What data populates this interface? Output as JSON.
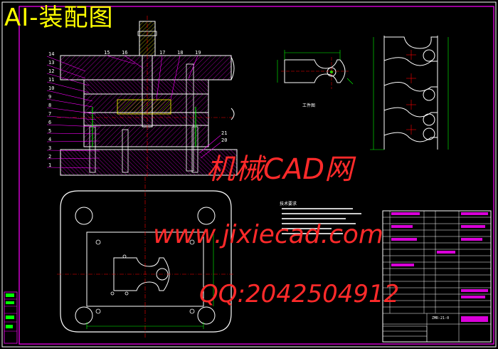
{
  "sheet": {
    "title": "AI-装配图",
    "background": "#000000",
    "frame_color": "#ff00ff"
  },
  "assembly": {
    "part_numbers_left": [
      "14",
      "13",
      "12",
      "11",
      "10",
      "9",
      "8",
      "7",
      "6",
      "5",
      "4",
      "3",
      "2",
      "1"
    ],
    "part_numbers_top": [
      "15",
      "16",
      "17",
      "18",
      "19"
    ],
    "part_numbers_right": [
      "21",
      "20"
    ]
  },
  "workpiece": {
    "label": "工件图"
  },
  "notes": {
    "heading": "技术要求"
  },
  "title_block": {
    "drawing_code": "ZMR-21-0"
  },
  "watermarks": {
    "line1": "机械CAD网",
    "line2": "www.jixiecad.com",
    "line3": "QQ:2042504912"
  },
  "colors": {
    "cad_magenta": "#ff00ff",
    "cad_yellow": "#ffff00",
    "cad_green": "#00ff00",
    "cad_red": "#ff0000",
    "cad_white": "#ffffff",
    "watermark_red": "#ff2a2a"
  }
}
